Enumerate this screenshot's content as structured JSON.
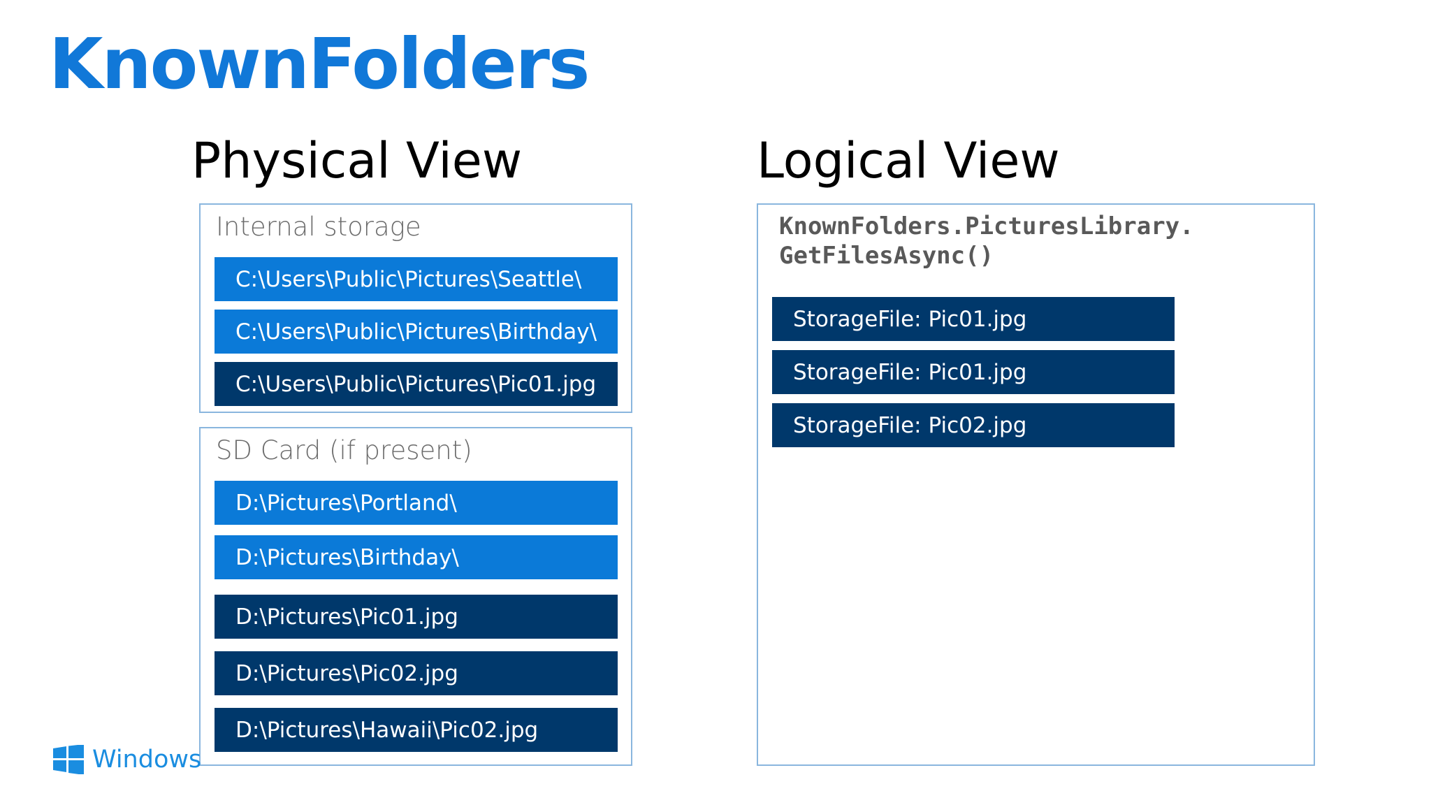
{
  "title": "KnownFolders",
  "physical": {
    "heading": "Physical View",
    "internal": {
      "label": "Internal storage",
      "items": [
        {
          "text": "C:\\Users\\Public\\Pictures\\Seattle\\",
          "kind": "folder"
        },
        {
          "text": "C:\\Users\\Public\\Pictures\\Birthday\\",
          "kind": "folder"
        },
        {
          "text": "C:\\Users\\Public\\Pictures\\Pic01.jpg",
          "kind": "file"
        }
      ]
    },
    "sd": {
      "label": "SD Card (if present)",
      "items": [
        {
          "text": "D:\\Pictures\\Portland\\",
          "kind": "folder"
        },
        {
          "text": "D:\\Pictures\\Birthday\\",
          "kind": "folder"
        },
        {
          "text": "D:\\Pictures\\Pic01.jpg",
          "kind": "file"
        },
        {
          "text": "D:\\Pictures\\Pic02.jpg",
          "kind": "file"
        },
        {
          "text": "D:\\Pictures\\Hawaii\\Pic02.jpg",
          "kind": "file"
        }
      ]
    }
  },
  "logical": {
    "heading": "Logical View",
    "code_line1": "KnownFolders.PicturesLibrary.",
    "code_line2": "GetFilesAsync()",
    "items": [
      {
        "text": "StorageFile: Pic01.jpg",
        "kind": "file"
      },
      {
        "text": "StorageFile: Pic01.jpg",
        "kind": "file"
      },
      {
        "text": "StorageFile: Pic02.jpg",
        "kind": "file"
      }
    ]
  },
  "logo": {
    "icon": "windows-logo-icon",
    "text": "Windows",
    "color": "#1a8de0"
  },
  "colors": {
    "title": "#1178d8",
    "folder": "#0b7ad8",
    "file": "#00386b",
    "border": "#8ab6de"
  }
}
